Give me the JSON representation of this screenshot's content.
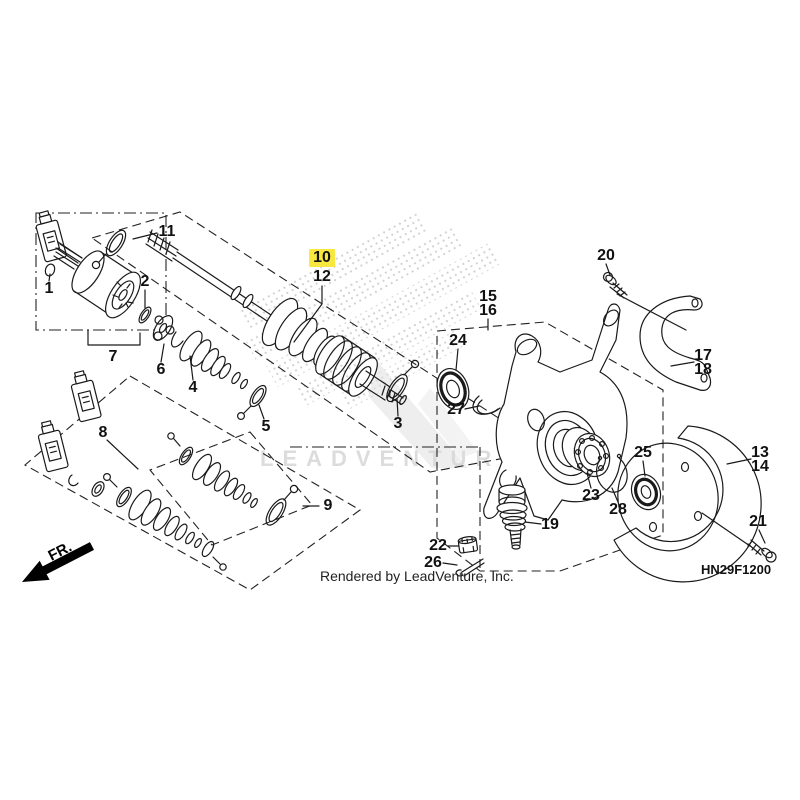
{
  "diagram": {
    "code": "HN29F1200",
    "credit": "Rendered by LeadVenture, Inc.",
    "watermark_text": "LEADVENTURE",
    "direction_indicator": "FR.",
    "highlighted_part": "10",
    "highlight_color": "#f7e73f",
    "line_color": "#1a1a1a",
    "background_color": "#ffffff"
  },
  "parts": {
    "p1": "1",
    "p2": "2",
    "p3": "3",
    "p4": "4",
    "p5": "5",
    "p6": "6",
    "p7": "7",
    "p8": "8",
    "p9": "9",
    "p10": "10",
    "p11": "11",
    "p12": "12",
    "p13": "13",
    "p14": "14",
    "p15": "15",
    "p16": "16",
    "p17": "17",
    "p18": "18",
    "p19": "19",
    "p20": "20",
    "p21": "21",
    "p22": "22",
    "p23": "23",
    "p24": "24",
    "p25": "25",
    "p26": "26",
    "p27": "27",
    "p28": "28"
  }
}
